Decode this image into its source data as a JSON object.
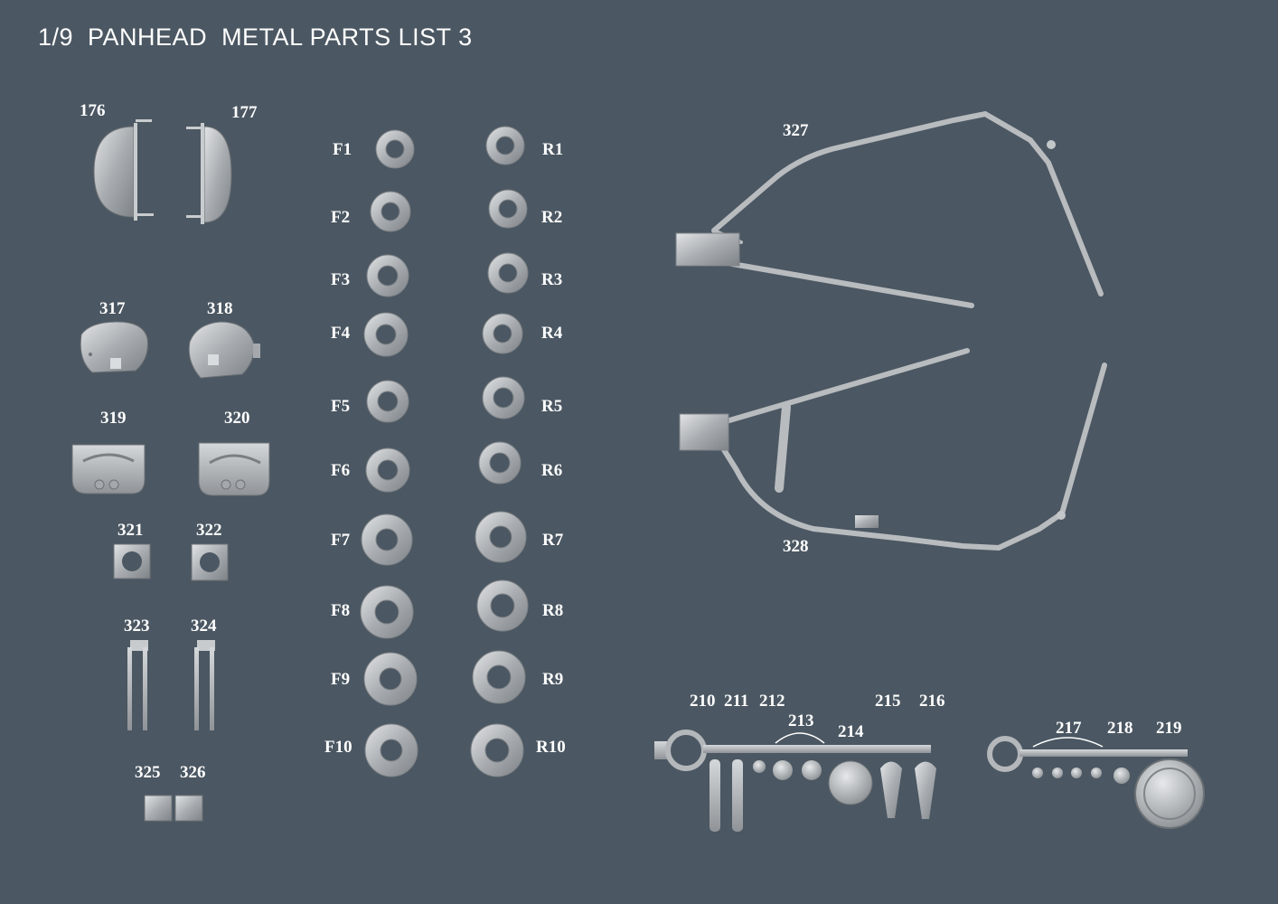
{
  "title": "1/9  PANHEAD  METAL PARTS LIST 3",
  "colors": {
    "background": "#4b5762",
    "text": "#ffffff",
    "metal": "#b7bbbe"
  },
  "labels": {
    "p176": "176",
    "p177": "177",
    "p317": "317",
    "p318": "318",
    "p319": "319",
    "p320": "320",
    "p321": "321",
    "p322": "322",
    "p323": "323",
    "p324": "324",
    "p325": "325",
    "p326": "326",
    "p327": "327",
    "p328": "328",
    "p210": "210",
    "p211": "211",
    "p212": "212",
    "p213": "213",
    "p214": "214",
    "p215": "215",
    "p216": "216",
    "p217": "217",
    "p218": "218",
    "p219": "219"
  },
  "front_parts": [
    "F1",
    "F2",
    "F3",
    "F4",
    "F5",
    "F6",
    "F7",
    "F8",
    "F9",
    "F10"
  ],
  "rear_parts": [
    "R1",
    "R2",
    "R3",
    "R4",
    "R5",
    "R6",
    "R7",
    "R8",
    "R9",
    "R10"
  ]
}
